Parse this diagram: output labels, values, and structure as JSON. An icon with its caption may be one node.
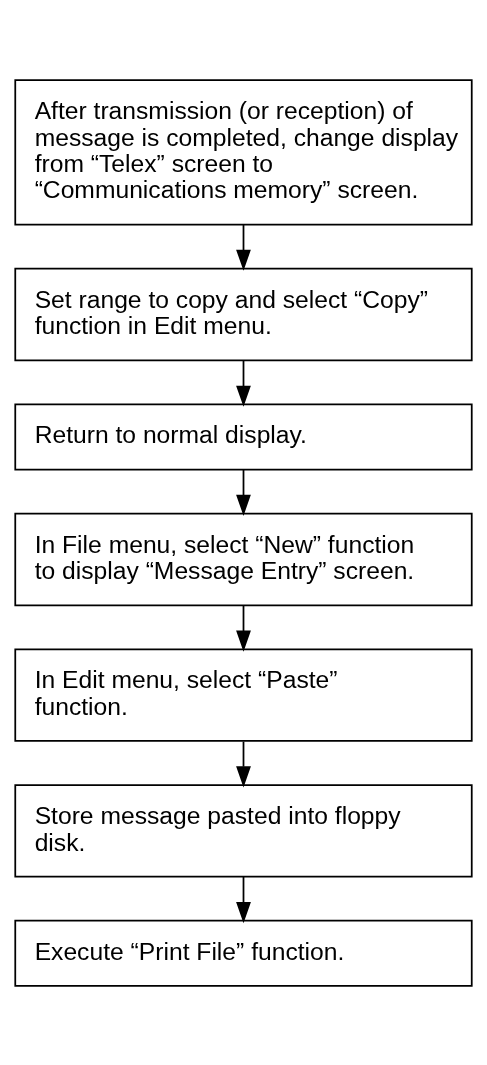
{
  "diagram": {
    "nodes": [
      {
        "text": [
          "After transmission (or reception) of message is completed, change display from “Telex” screen to “Communications memory” screen."
        ]
      },
      {
        "text": [
          "Set range to copy and select “Copy” function in Edit menu."
        ]
      },
      {
        "text": [
          "Return to normal display."
        ]
      },
      {
        "text": [
          "In File menu, select “New” function to display “Message Entry” screen."
        ]
      },
      {
        "text": [
          "In Edit menu, select “Paste” function."
        ]
      },
      {
        "text": [
          "Store message pasted into floppy disk."
        ]
      },
      {
        "text": [
          "Execute “Print File” function."
        ]
      }
    ],
    "edges": [
      {
        "from": 0,
        "to": 1,
        "arrow": "to"
      },
      {
        "from": 1,
        "to": 2,
        "arrow": "to"
      },
      {
        "from": 2,
        "to": 3,
        "arrow": "to"
      },
      {
        "from": 3,
        "to": 4,
        "arrow": "to"
      },
      {
        "from": 4,
        "to": 5,
        "arrow": "to"
      },
      {
        "from": 5,
        "to": 6,
        "arrow": "to"
      }
    ]
  }
}
